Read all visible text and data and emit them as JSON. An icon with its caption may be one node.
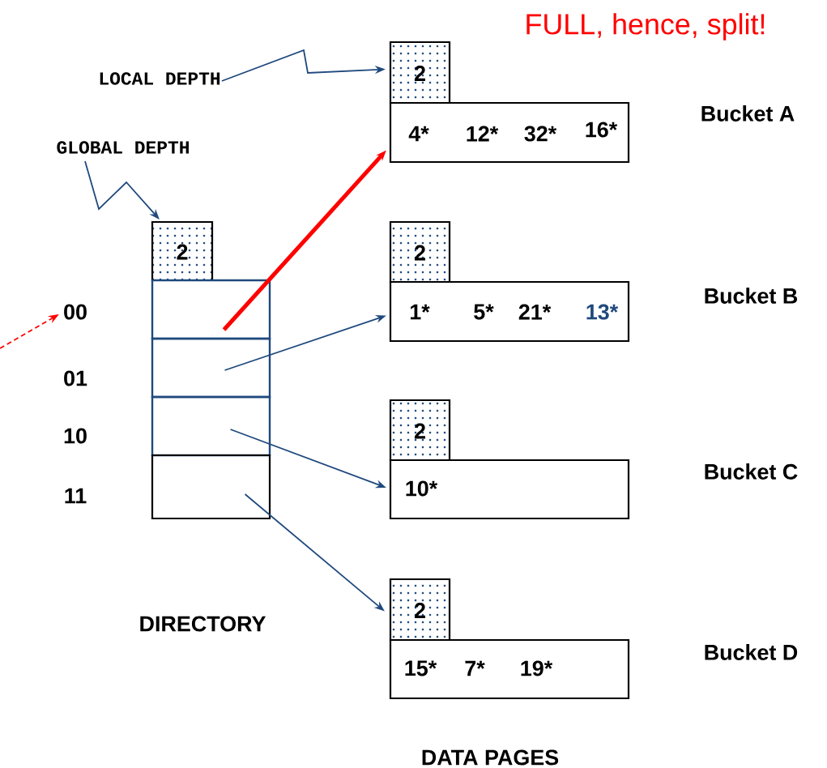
{
  "diagram": {
    "nodes": [
      {
        "text": [
          "LOCAL DEPTH"
        ]
      },
      {
        "text": [
          "GLOBAL DEPTH"
        ]
      },
      {
        "text": [
          "2"
        ]
      },
      {
        "text": [],
        "shape": "box"
      },
      {
        "text": [],
        "shape": "box"
      },
      {
        "text": [],
        "shape": "box"
      },
      {
        "text": [],
        "shape": "box"
      },
      {
        "text": [
          "00"
        ]
      },
      {
        "text": [
          "2"
        ]
      },
      {
        "text": [
          "4*",
          "12*",
          "32*",
          "16*"
        ],
        "beside": [
          "Bucket A"
        ]
      },
      {
        "text": [
          "2"
        ]
      },
      {
        "text": [
          "1*",
          "5*",
          "21*",
          "13*"
        ],
        "beside": [
          "Bucket B"
        ]
      },
      {
        "text": [
          "2"
        ]
      },
      {
        "text": [
          "10*"
        ],
        "beside": [
          "Bucket C"
        ]
      },
      {
        "text": [
          "2"
        ]
      },
      {
        "text": [
          "15*",
          "7*",
          "19*"
        ],
        "beside": [
          "Bucket D"
        ]
      }
    ],
    "edges": [
      {
        "from": 0,
        "to": 8,
        "arrow": "to"
      },
      {
        "from": 1,
        "to": 2,
        "arrow": "to"
      },
      {
        "from": null,
        "to": 7,
        "arrow": "to",
        "style": "dashed",
        "color": "#ff0000"
      },
      {
        "from": 3,
        "to": 9,
        "arrow": "to",
        "style": "thick",
        "color": "#ff0000"
      },
      {
        "from": 4,
        "to": 11,
        "arrow": "to"
      },
      {
        "from": 5,
        "to": 13,
        "arrow": "to"
      },
      {
        "from": 6,
        "to": 14,
        "arrow": "to"
      }
    ],
    "labels": [
      "FULL, hence, split!",
      "01",
      "10",
      "11",
      "DIRECTORY",
      "DATA PAGES"
    ]
  }
}
